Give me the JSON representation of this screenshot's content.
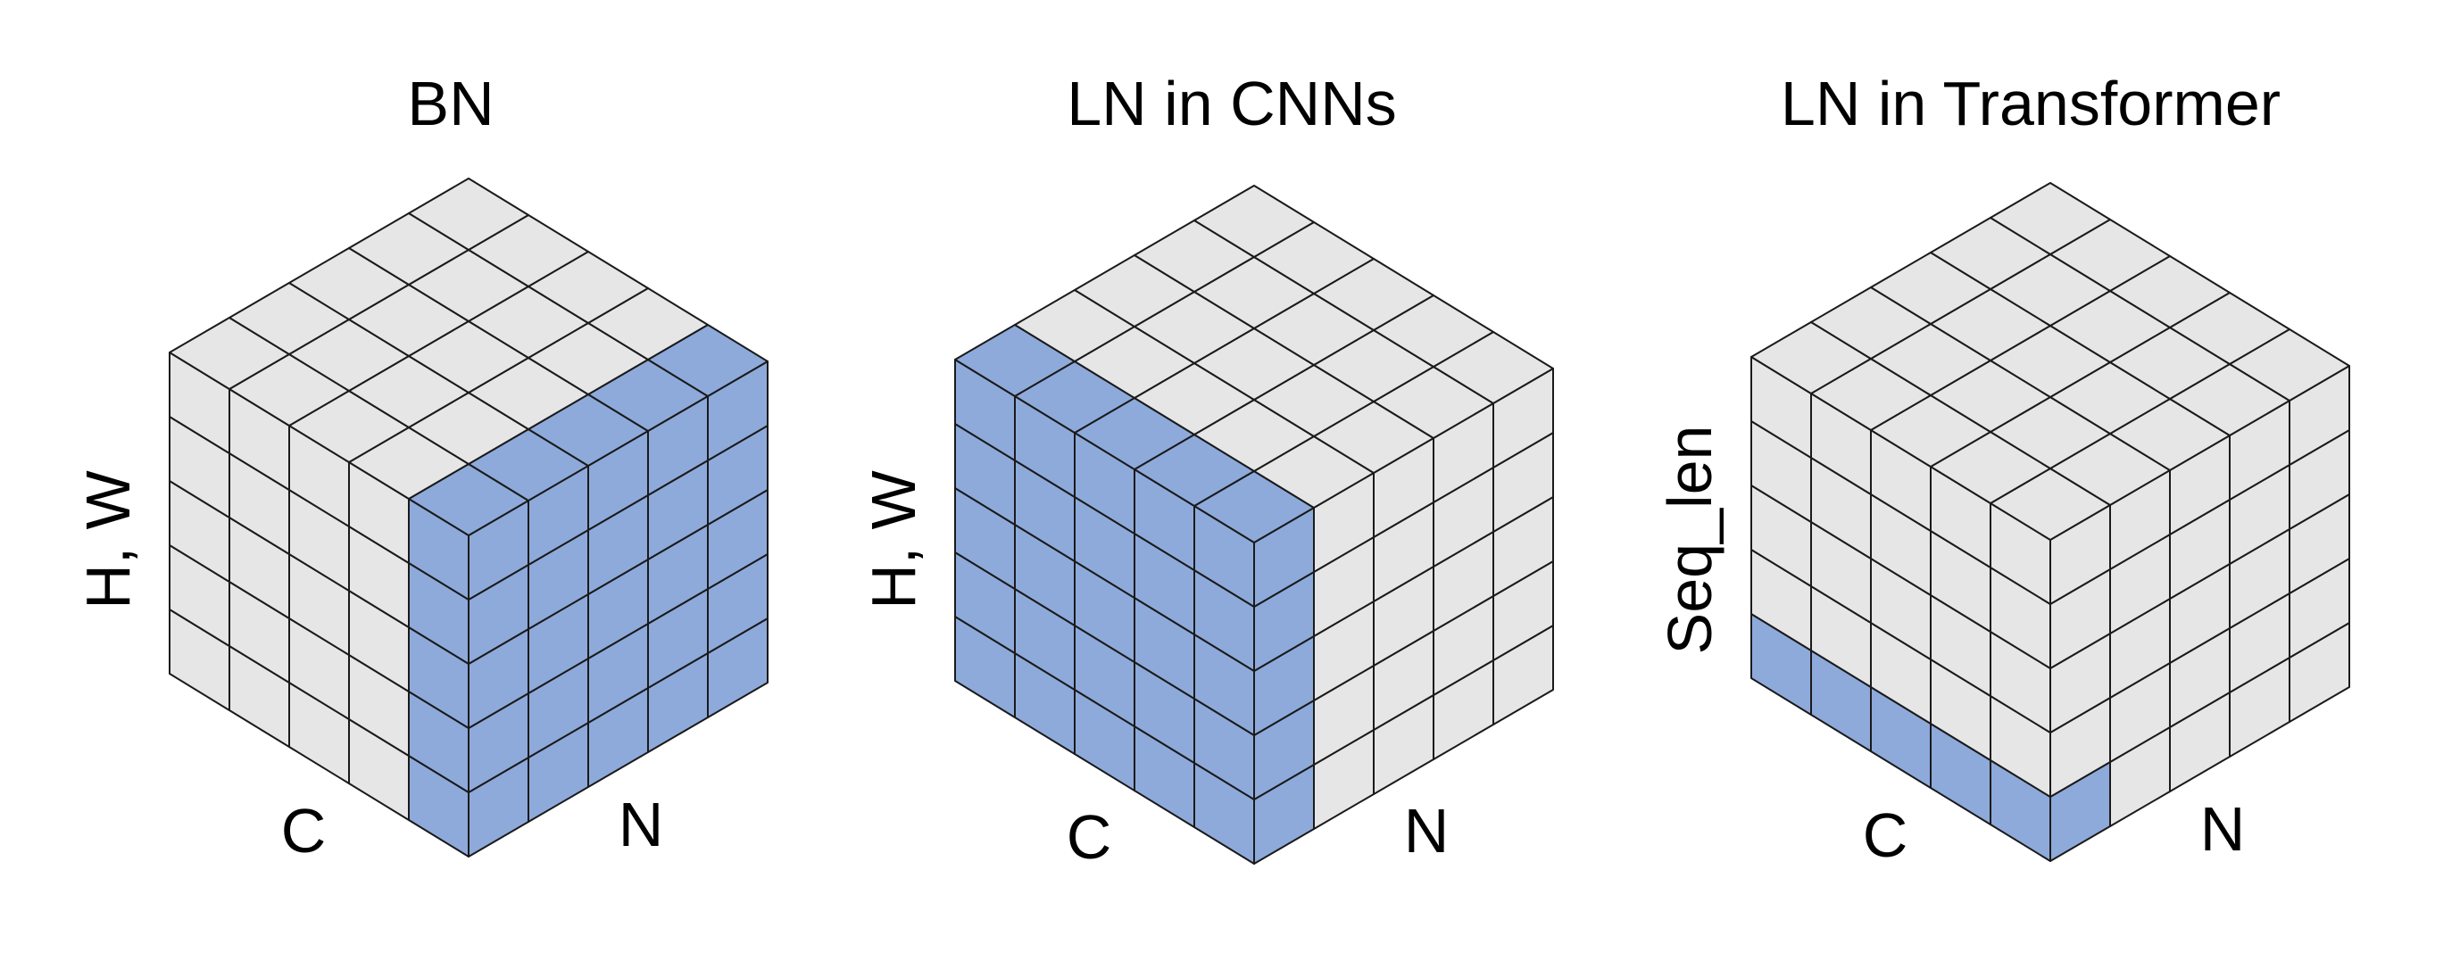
{
  "colors": {
    "cell": "#e6e6e6",
    "highlight": "#8eaadb",
    "edge": "#1a1a1a",
    "text": "#000000",
    "background": "#ffffff"
  },
  "cubes": [
    {
      "title": "BN",
      "vertical_label": "H, W",
      "left_label": "C",
      "right_label": "N",
      "highlight": "batch-slice"
    },
    {
      "title": "LN in CNNs",
      "vertical_label": "H, W",
      "left_label": "C",
      "right_label": "N",
      "highlight": "layer-slice"
    },
    {
      "title": "LN in Transformer",
      "vertical_label": "Seq_len",
      "left_label": "C",
      "right_label": "N",
      "highlight": "token-row"
    }
  ]
}
